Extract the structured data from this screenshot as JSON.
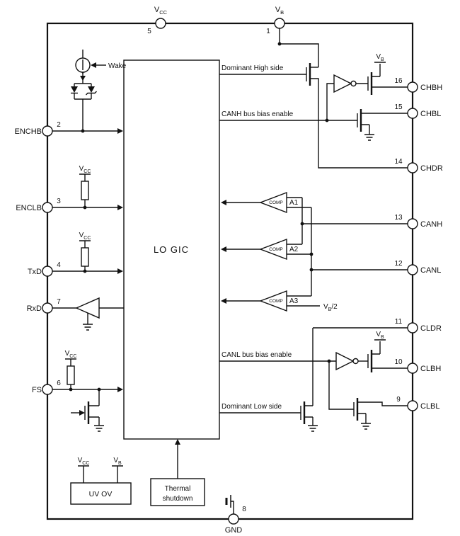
{
  "pins": {
    "top": [
      {
        "num": "5"
      },
      {
        "num": "1"
      }
    ],
    "left": [
      {
        "label": "ENCHB",
        "num": "2"
      },
      {
        "label": "ENCLB",
        "num": "3"
      },
      {
        "label": "TxD",
        "num": "4"
      },
      {
        "label": "RxD",
        "num": "7"
      },
      {
        "label": "FS",
        "num": "6"
      }
    ],
    "right": [
      {
        "label": "CHBH",
        "num": "16"
      },
      {
        "label": "CHBL",
        "num": "15"
      },
      {
        "label": "CHDR",
        "num": "14"
      },
      {
        "label": "CANH",
        "num": "13"
      },
      {
        "label": "CANL",
        "num": "12"
      },
      {
        "label": "CLDR",
        "num": "11"
      },
      {
        "label": "CLBH",
        "num": "10"
      },
      {
        "label": "CLBL",
        "num": "9"
      }
    ],
    "bottom": [
      {
        "label": "GND",
        "num": "8"
      }
    ]
  },
  "supplies": {
    "vcc": {
      "base": "V",
      "sub": "CC"
    },
    "vb": {
      "base": "V",
      "sub": "B"
    }
  },
  "labels": {
    "logic": "LO GIC",
    "dominant_high": "Dominant High side",
    "canh_bias": "CANH bus bias enable",
    "canl_bias": "CANL bus bias enable",
    "dominant_low": "Dominant Low side",
    "wake": "Wake",
    "comp": "COMP",
    "a1": "A1",
    "a2": "A2",
    "a3": "A3",
    "vb2_rest": "/2",
    "thermal_line1": "Thermal",
    "thermal_line2": "shutdown",
    "uv_ov": "UV OV"
  }
}
